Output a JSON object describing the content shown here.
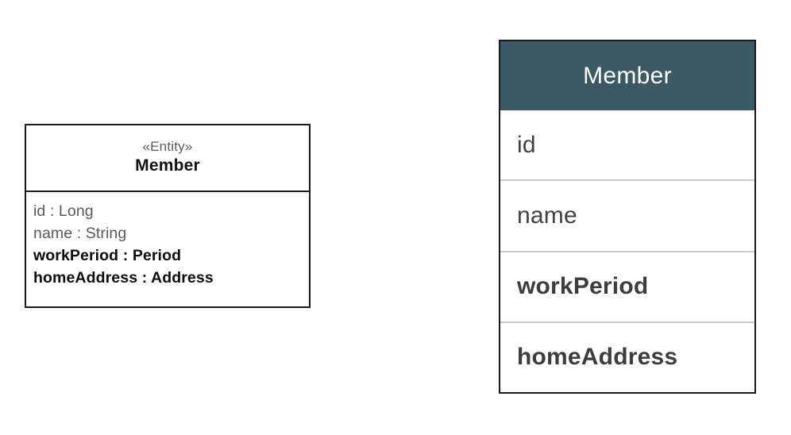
{
  "uml_class": {
    "stereotype": "«Entity»",
    "class_name": "Member",
    "attributes": [
      {
        "text": "id : Long",
        "emphasis": false
      },
      {
        "text": "name : String",
        "emphasis": false
      },
      {
        "text": "workPeriod : Period",
        "emphasis": true
      },
      {
        "text": "homeAddress : Address",
        "emphasis": true
      }
    ]
  },
  "member_table": {
    "header": {
      "title": "Member",
      "background_color": "#3b5a66",
      "text_color": "#ffffff"
    },
    "rows": [
      {
        "label": "id",
        "emphasis": false
      },
      {
        "label": "name",
        "emphasis": false
      },
      {
        "label": "workPeriod",
        "emphasis": true
      },
      {
        "label": "homeAddress",
        "emphasis": true
      }
    ],
    "divider_color": "#cccccc",
    "border_color": "#1a1a1a"
  },
  "canvas": {
    "background_color": "#ffffff"
  }
}
